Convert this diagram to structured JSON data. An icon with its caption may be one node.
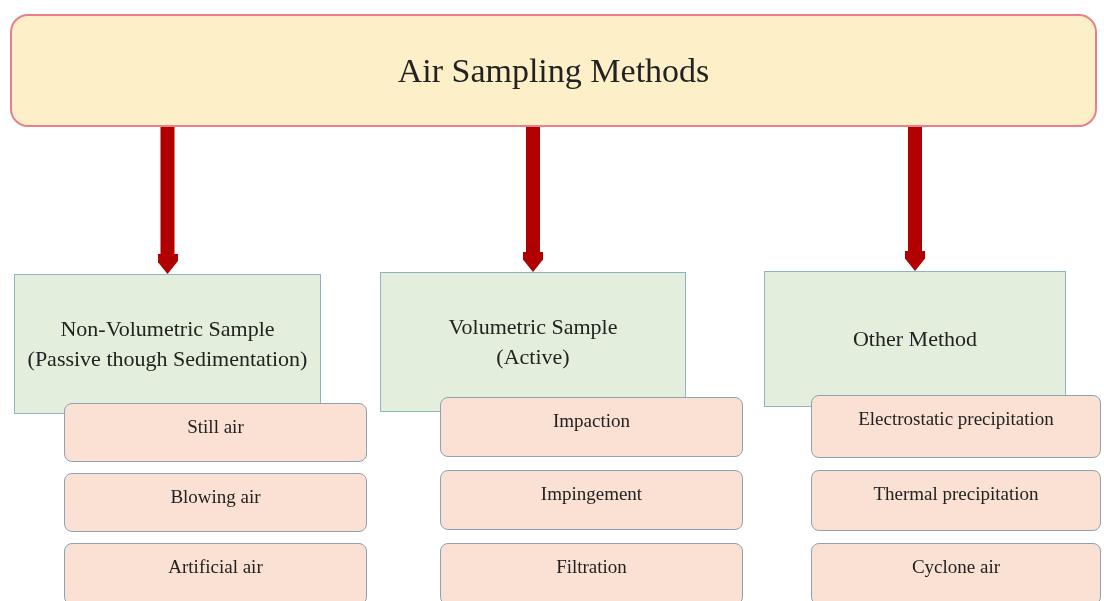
{
  "diagram": {
    "nodes": [
      {
        "text": [
          "Air Sampling Methods"
        ]
      },
      {
        "text": [
          "Non-Volumetric Sample (Passive though Sedimentation)"
        ]
      },
      {
        "text": [
          "Volumetric Sample (Active)"
        ]
      },
      {
        "text": [
          "Other Method"
        ]
      },
      {
        "text": [
          "Still air"
        ]
      },
      {
        "text": [
          "Blowing air"
        ]
      },
      {
        "text": [
          "Artificial air"
        ]
      },
      {
        "text": [
          "Impaction"
        ]
      },
      {
        "text": [
          "Impingement"
        ]
      },
      {
        "text": [
          "Filtration"
        ]
      },
      {
        "text": [
          "Electrostatic precipitation"
        ]
      },
      {
        "text": [
          "Thermal precipitation"
        ]
      },
      {
        "text": [
          "Cyclone air"
        ]
      }
    ],
    "edges": [
      {
        "from": 0,
        "to": 1,
        "arrow": "to"
      },
      {
        "from": 0,
        "to": 2,
        "arrow": "to"
      },
      {
        "from": 0,
        "to": 3,
        "arrow": "to"
      }
    ]
  }
}
